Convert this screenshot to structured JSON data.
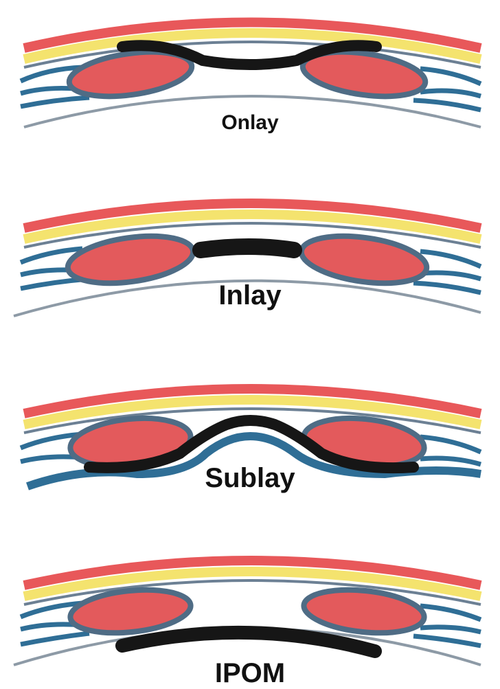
{
  "colors": {
    "skin": "#e8585a",
    "fat": "#f4e36e",
    "fascia": "#6c8094",
    "nerve_blue": "#2f6e96",
    "muscle": "#e35a5c",
    "muscle_outline": "#4f6c85",
    "mesh": "#161616",
    "peritoneum": "#8d9aa6"
  },
  "panels": [
    {
      "label": "Onlay",
      "mesh_position": "onlay",
      "icon": "mesh-onlay-icon"
    },
    {
      "label": "Inlay",
      "mesh_position": "inlay",
      "icon": "mesh-inlay-icon"
    },
    {
      "label": "Sublay",
      "mesh_position": "sublay",
      "icon": "mesh-sublay-icon"
    },
    {
      "label": "IPOM",
      "mesh_position": "ipom",
      "icon": "mesh-ipom-icon"
    }
  ]
}
